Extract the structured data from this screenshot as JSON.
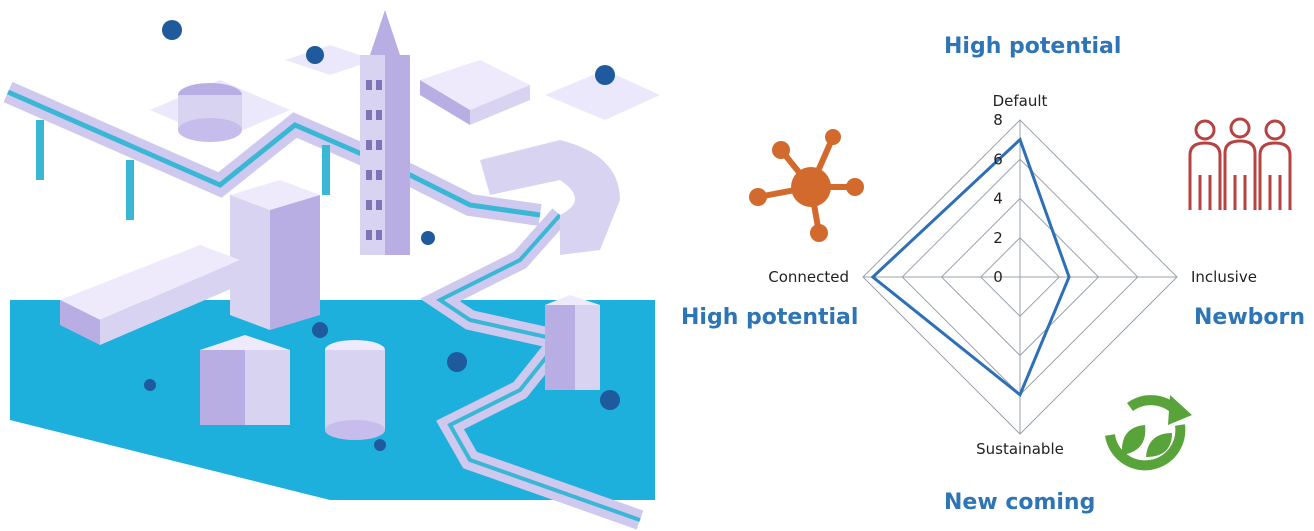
{
  "colors": {
    "accent": "#2e75b6",
    "water": "#1eb0dc",
    "building": "#d9d3f2",
    "building_shadow": "#9f95c9",
    "road_blue": "#3bb7d6",
    "tree": "#1f5a9c",
    "connected_icon": "#d16a2c",
    "inclusive_icon": "#b64242",
    "sustainable_icon": "#58a33a",
    "radar_line": "#2e6fb6",
    "radar_grid": "#9aa3ad"
  },
  "labels": {
    "top": "High potential",
    "left": "High potential",
    "right": "Newborn",
    "bottom": "New coming"
  },
  "icons": {
    "illustration": "isometric-city-icon",
    "connected": "network-icon",
    "inclusive": "people-group-icon",
    "sustainable": "recycle-leaf-icon"
  },
  "chart_data": {
    "type": "radar",
    "axes": [
      "Default",
      "Inclusive",
      "Sustainable",
      "Connected"
    ],
    "rticks": [
      "0",
      "2",
      "4",
      "6",
      "8"
    ],
    "rlim": [
      0,
      8
    ],
    "series": [
      {
        "values": [
          7,
          2.5,
          6,
          7.5
        ]
      }
    ],
    "grid": true
  }
}
